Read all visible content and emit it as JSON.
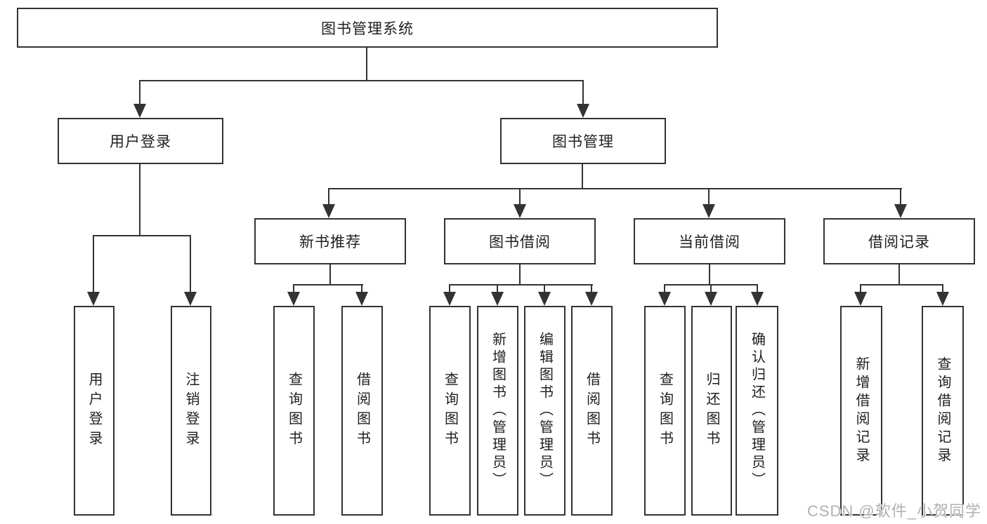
{
  "diagram": {
    "type": "tree",
    "root": {
      "label": "图书管理系统"
    },
    "branches": [
      {
        "label": "用户登录",
        "children": [
          {
            "label": "用户登录"
          },
          {
            "label": "注销登录"
          }
        ]
      },
      {
        "label": "图书管理",
        "children": [
          {
            "label": "新书推荐",
            "children": [
              {
                "label": "查询图书"
              },
              {
                "label": "借阅图书"
              }
            ]
          },
          {
            "label": "图书借阅",
            "children": [
              {
                "label": "查询图书"
              },
              {
                "label": "新增图书（管理员）"
              },
              {
                "label": "编辑图书（管理员）"
              },
              {
                "label": "借阅图书"
              }
            ]
          },
          {
            "label": "当前借阅",
            "children": [
              {
                "label": "查询图书"
              },
              {
                "label": "归还图书"
              },
              {
                "label": "确认归还（管理员）"
              }
            ]
          },
          {
            "label": "借阅记录",
            "children": [
              {
                "label": "新增借阅记录"
              },
              {
                "label": "查询借阅记录"
              }
            ]
          }
        ]
      }
    ]
  },
  "watermark": {
    "text": "CSDN @软件_小贺同学"
  },
  "colors": {
    "line": "#333333",
    "text": "#1f1f1f",
    "watermark": "#b1b1b1",
    "background": "#ffffff"
  }
}
